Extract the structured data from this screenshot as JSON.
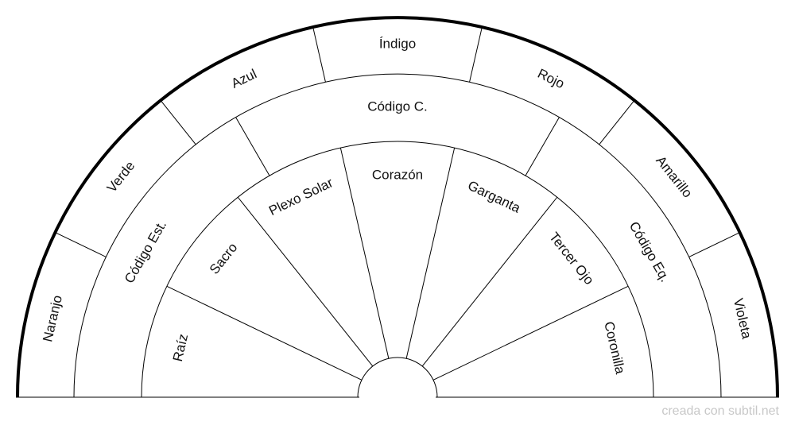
{
  "outer_ring": [
    "Naranjo",
    "Verde",
    "Azul",
    "Índigo",
    "Rojo",
    "Amarillo",
    "Violeta"
  ],
  "middle_ring": [
    "Código Est.",
    "Código C.",
    "Código Eq."
  ],
  "inner_ring": [
    "Raíz",
    "Sacro",
    "Plexo Solar",
    "Corazón",
    "Garganta",
    "Tercer Ojo",
    "Coronilla"
  ],
  "credit": "creada con subtil.net",
  "colors": {
    "stroke": "#000000",
    "text": "#111111",
    "credit": "#c8c8c8"
  }
}
